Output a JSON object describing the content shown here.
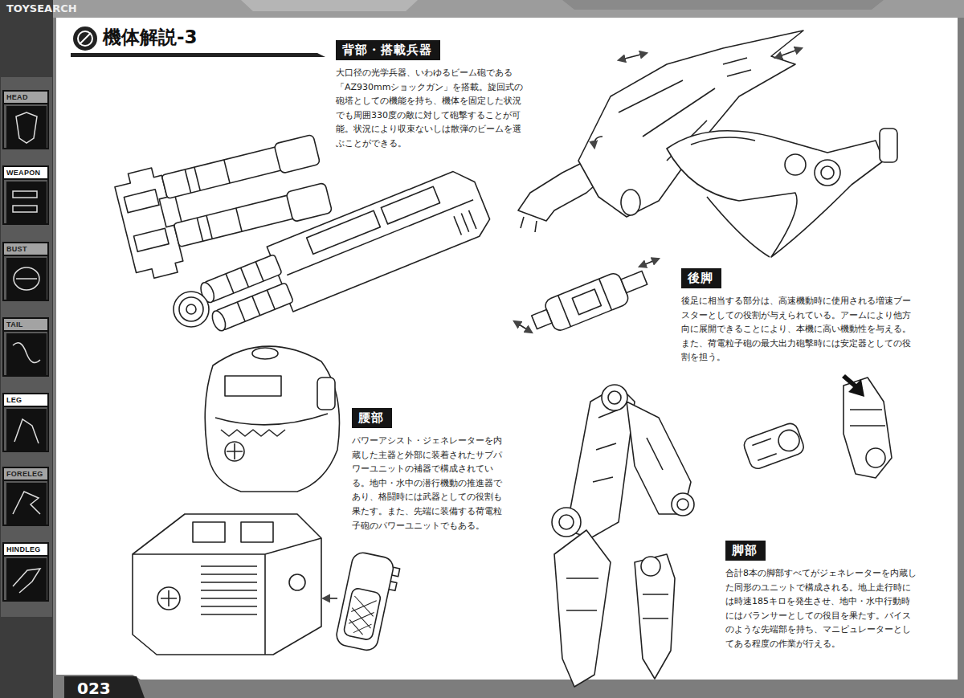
{
  "diagram": {
    "title": "機体解説-3",
    "nodes": [
      {
        "text": [
          "HEAD"
        ]
      },
      {
        "text": [
          "WEAPON"
        ]
      },
      {
        "text": [
          "BUST"
        ]
      },
      {
        "text": [
          "TAIL"
        ]
      },
      {
        "text": [
          "LEG"
        ]
      },
      {
        "text": [
          "FORELEG"
        ]
      },
      {
        "text": [
          "HINDLEG"
        ]
      },
      {
        "text": [
          "背部・搭載兵器",
          "大口径の光学兵器、いわゆるビーム砲である「AZ930mmショックガン」を搭載。旋回式の砲塔としての機能を持ち、機体を固定した状況でも周囲330度の敵に対して砲撃することが可能。状況により収束ないしは散弾のビームを選ぶことができる。"
        ]
      },
      {
        "text": [
          "後脚",
          "後足に相当する部分は、高速機動時に使用される増速ブースターとしての役割が与えられている。アームにより他方向に展開できることにより、本機に高い機動性を与える。また、荷電粒子砲の最大出力砲撃時には安定器としての役割を担う。"
        ]
      },
      {
        "text": [
          "腰部",
          "パワーアシスト・ジェネレーターを内蔵した主器と外部に装着されたサブパワーユニットの補器で構成されている。地中・水中の潜行機動の推進器であり、格闘時には武器としての役割も果たす。また、先端に装備する荷電粒子砲のパワーユニットでもある。"
        ]
      },
      {
        "text": [
          "脚部",
          "合計8本の脚部すべてがジェネレーターを内蔵した同形のユニットで構成される。地上走行時には時速185キロを発生させ、地中・水中行動時にはバランサーとしての役目を果たす。バイスのような先端部を持ち、マニピュレーターとしてある程度の作業が行える。"
        ]
      }
    ],
    "labels": [
      "TOYSEARCH",
      "023"
    ]
  }
}
